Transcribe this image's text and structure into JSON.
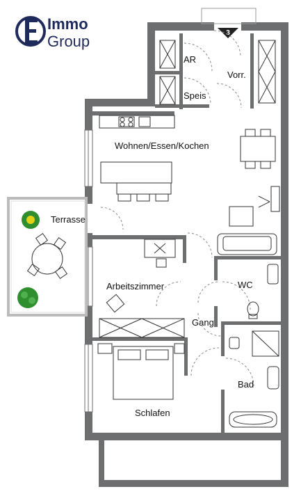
{
  "brand": {
    "line1": "Immo",
    "line2": "Group",
    "color": "#1f2a5c"
  },
  "entrance_marker": "3",
  "rooms": {
    "ar": "AR",
    "vorr": "Vorr.",
    "speis": "Speis",
    "wohnen": "Wohnen/Essen/Kochen",
    "terrasse": "Terrasse",
    "arbeitszimmer": "Arbeitszimmer",
    "wc": "WC",
    "gang": "Gang",
    "bad": "Bad",
    "schlafen": "Schlafen"
  },
  "colors": {
    "wall": "#6d6e70",
    "fixture": "#333333",
    "plant": "#2f8f2f",
    "plant_flower": "#e2d21a"
  }
}
